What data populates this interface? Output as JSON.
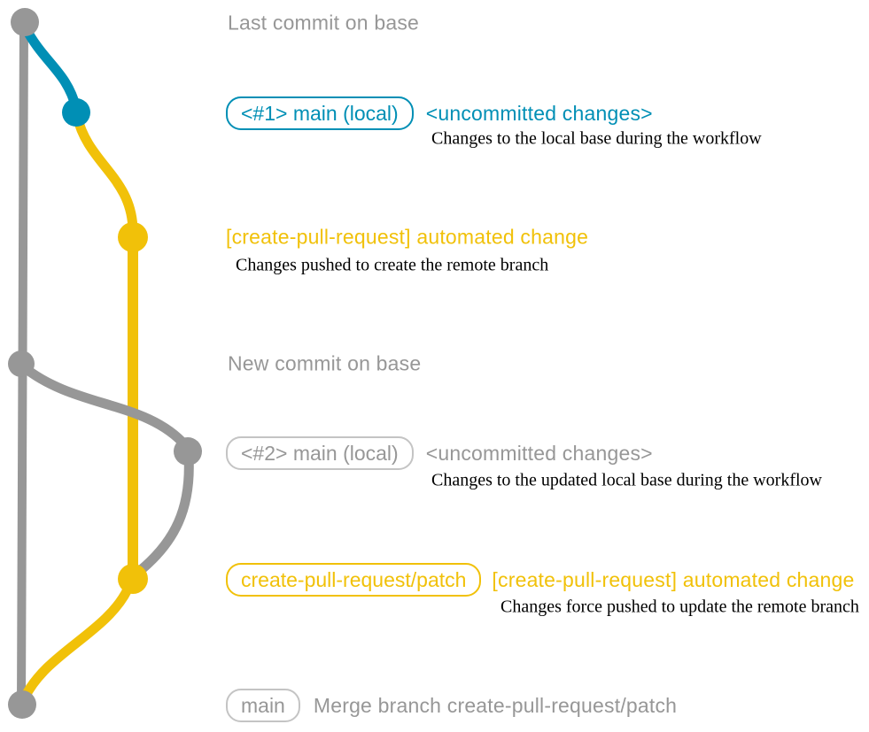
{
  "colors": {
    "base_branch_gray": "#979797",
    "local_main_blue": "#008fb5",
    "patch_branch_yellow": "#f1c109",
    "note_text": "#000000",
    "gray_pill_border": "#c4c4c4",
    "background": "#ffffff"
  },
  "graph": {
    "branches": [
      {
        "name": "base",
        "color": "#979797"
      },
      {
        "name": "local main",
        "color": "#008fb5"
      },
      {
        "name": "create-pull-request/patch",
        "color": "#f1c109"
      }
    ],
    "commit_dots": [
      {
        "id": "last-commit-on-base",
        "color": "#979797"
      },
      {
        "id": "local-main-1",
        "color": "#008fb5"
      },
      {
        "id": "automated-change-1",
        "color": "#f1c109"
      },
      {
        "id": "new-commit-on-base",
        "color": "#979797"
      },
      {
        "id": "local-main-2",
        "color": "#979797"
      },
      {
        "id": "automated-change-2",
        "color": "#f1c109"
      },
      {
        "id": "merge-commit",
        "color": "#979797"
      }
    ]
  },
  "rows": {
    "last_commit": {
      "text": "Last commit on base"
    },
    "local_main_1": {
      "pill": "<#1> main (local)",
      "message": "<uncommitted changes>",
      "note": "Changes to the local base during the workflow"
    },
    "pushed_commit": {
      "message": "[create-pull-request] automated change",
      "note": "Changes pushed to create the remote branch"
    },
    "new_base_commit": {
      "text": "New commit on base"
    },
    "local_main_2": {
      "pill": "<#2> main (local)",
      "message": "<uncommitted changes>",
      "note": "Changes to the updated local base during the workflow"
    },
    "patch_branch": {
      "pill": "create-pull-request/patch",
      "message": "[create-pull-request] automated change",
      "note": "Changes force pushed to update the remote branch"
    },
    "merge_commit": {
      "pill": "main",
      "message": "Merge branch create-pull-request/patch"
    }
  }
}
